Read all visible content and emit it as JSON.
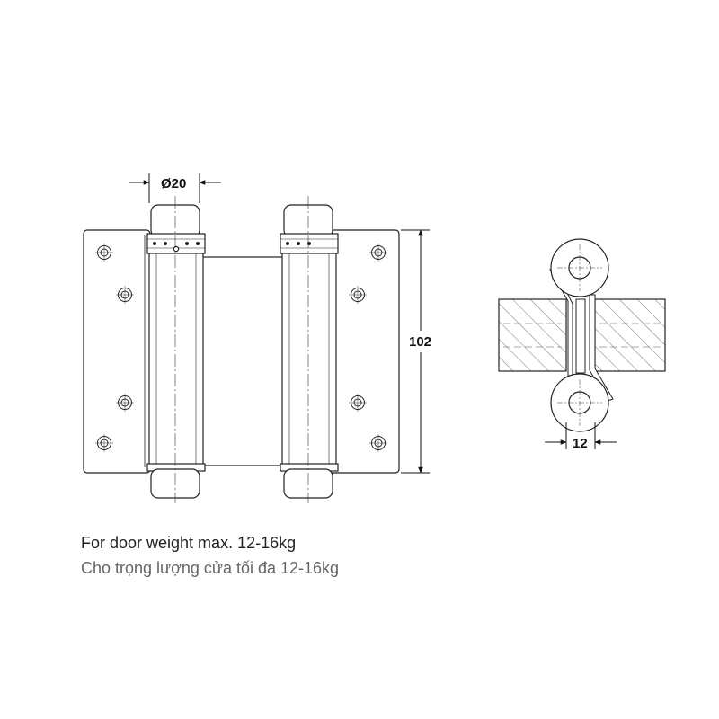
{
  "dimensions": {
    "pin_diameter": "Ø20",
    "height": "102",
    "gap": "12"
  },
  "captions": {
    "english": "For door weight max. 12-16kg",
    "vietnamese": "Cho trọng lượng cửa tối đa 12-16kg"
  },
  "colors": {
    "line": "#222222",
    "hatch": "#555555"
  }
}
